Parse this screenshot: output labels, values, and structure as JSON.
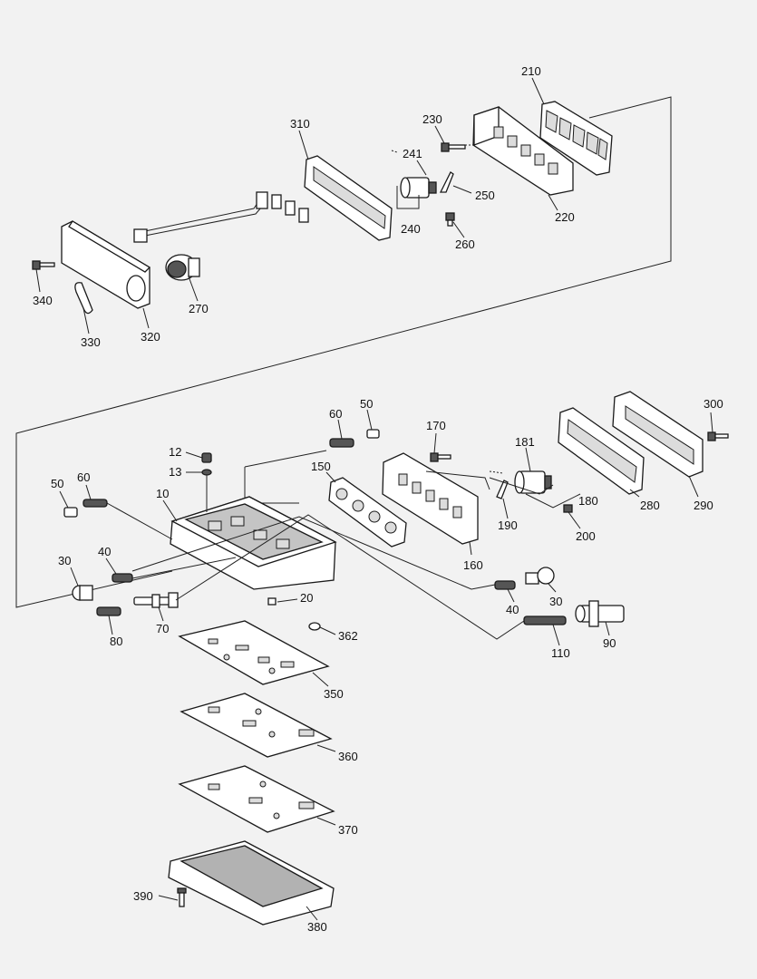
{
  "diagram": {
    "callouts": {
      "c210": "210",
      "c230": "230",
      "c310": "310",
      "c241": "241",
      "c250": "250",
      "c220": "220",
      "c240": "240",
      "c260": "260",
      "c340": "340",
      "c270": "270",
      "c330": "330",
      "c320": "320",
      "c50a": "50",
      "c60a": "60",
      "c170": "170",
      "c181": "181",
      "c300": "300",
      "c12": "12",
      "c13": "13",
      "c150": "150",
      "c50b": "50",
      "c60b": "60",
      "c10": "10",
      "c180": "180",
      "c190": "190",
      "c280": "280",
      "c290": "290",
      "c200": "200",
      "c160": "160",
      "c40a": "40",
      "c30a": "30",
      "c40b": "40",
      "c30b": "30",
      "c20": "20",
      "c80": "80",
      "c70": "70",
      "c362": "362",
      "c110": "110",
      "c90": "90",
      "c350": "350",
      "c360": "360",
      "c370": "370",
      "c390": "390",
      "c380": "380"
    },
    "colors": {
      "background": "#f2f2f2",
      "line": "#222222",
      "part_fill": "#ffffff",
      "shade": "#555555"
    }
  }
}
